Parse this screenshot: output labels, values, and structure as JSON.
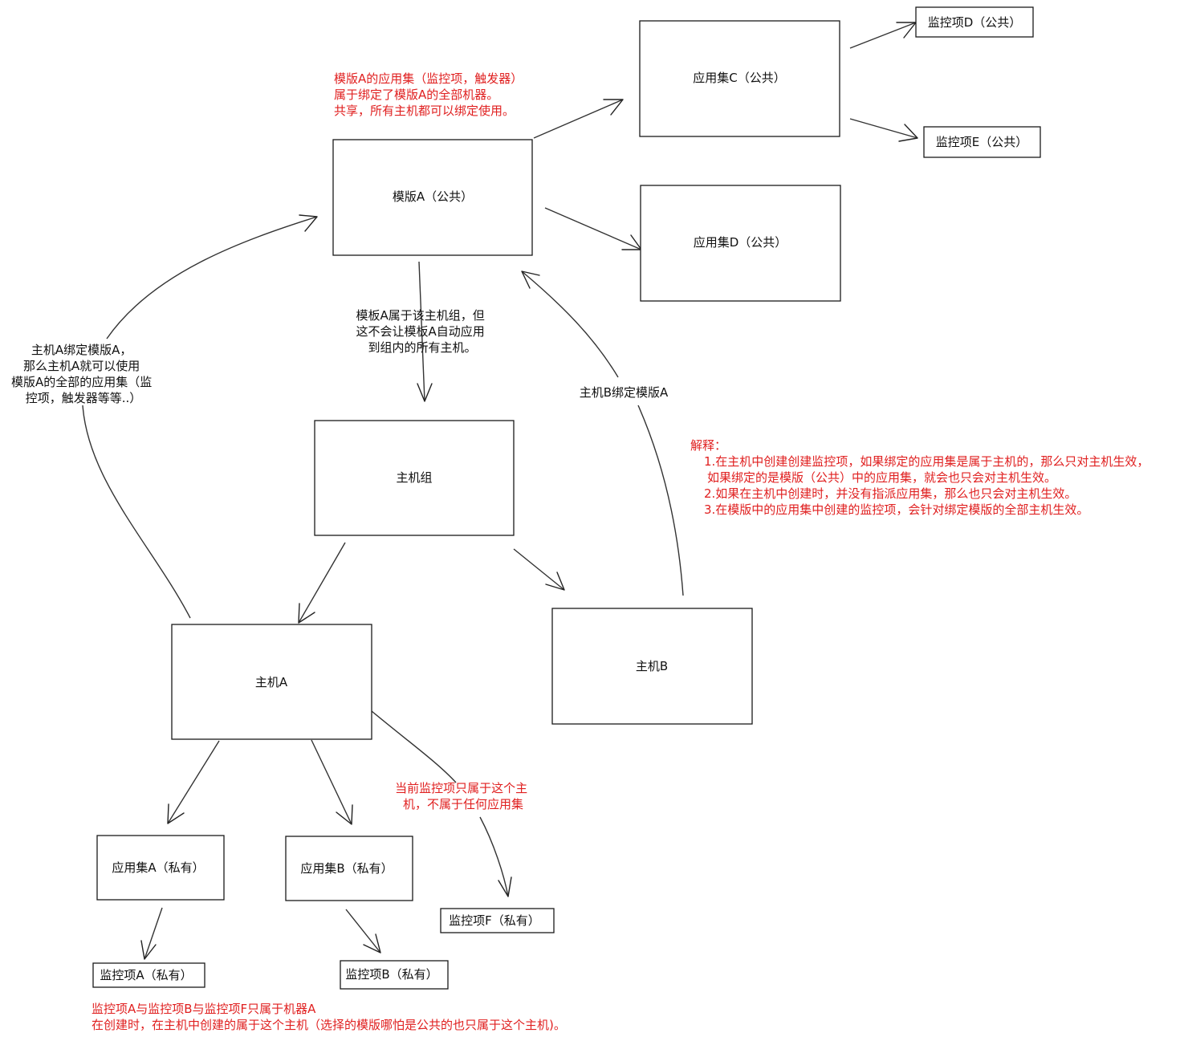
{
  "nodes": {
    "template_a": "模版A（公共）",
    "app_set_c": "应用集C（公共）",
    "app_set_d": "应用集D（公共）",
    "monitor_d": "监控项D（公共）",
    "monitor_e": "监控项E（公共）",
    "host_group": "主机组",
    "host_a": "主机A",
    "host_b": "主机B",
    "app_set_a": "应用集A（私有）",
    "app_set_b": "应用集B（私有）",
    "monitor_f": "监控项F（私有）",
    "monitor_a": "监控项A（私有）",
    "monitor_b": "监控项B（私有）"
  },
  "notes": {
    "template_app_set": [
      "模版A的应用集（监控项，触发器）",
      "属于绑定了模版A的全部机器。",
      "共享，所有主机都可以绑定使用。"
    ],
    "template_group": [
      "模板A属于该主机组，但",
      "这不会让模板A自动应用",
      "到组内的所有主机。"
    ],
    "host_a_bind": [
      "主机A绑定模版A，",
      "那么主机A就可以使用",
      "模版A的全部的应用集（监",
      "控项，触发器等等..）"
    ],
    "host_b_bind": [
      "主机B绑定模版A"
    ],
    "explain": [
      "解释：",
      "1.在主机中创建创建监控项，如果绑定的应用集是属于主机的，那么只对主机生效，",
      "如果绑定的是模版（公共）中的应用集，就会也只会对主机生效。",
      "2.如果在主机中创建时，并没有指派应用集，那么也只会对主机生效。",
      "3.在模版中的应用集中创建的监控项，会针对绑定模版的全部主机生效。"
    ],
    "monitor_f_note": [
      "当前监控项只属于这个主",
      "机，不属于任何应用集"
    ],
    "bottom": [
      "监控项A与监控项B与监控项F只属于机器A",
      "在创建时，在主机中创建的属于这个主机（选择的模版哪怕是公共的也只属于这个主机)。"
    ]
  },
  "colors": {
    "note_red": "#e02020",
    "line": "#333333"
  }
}
